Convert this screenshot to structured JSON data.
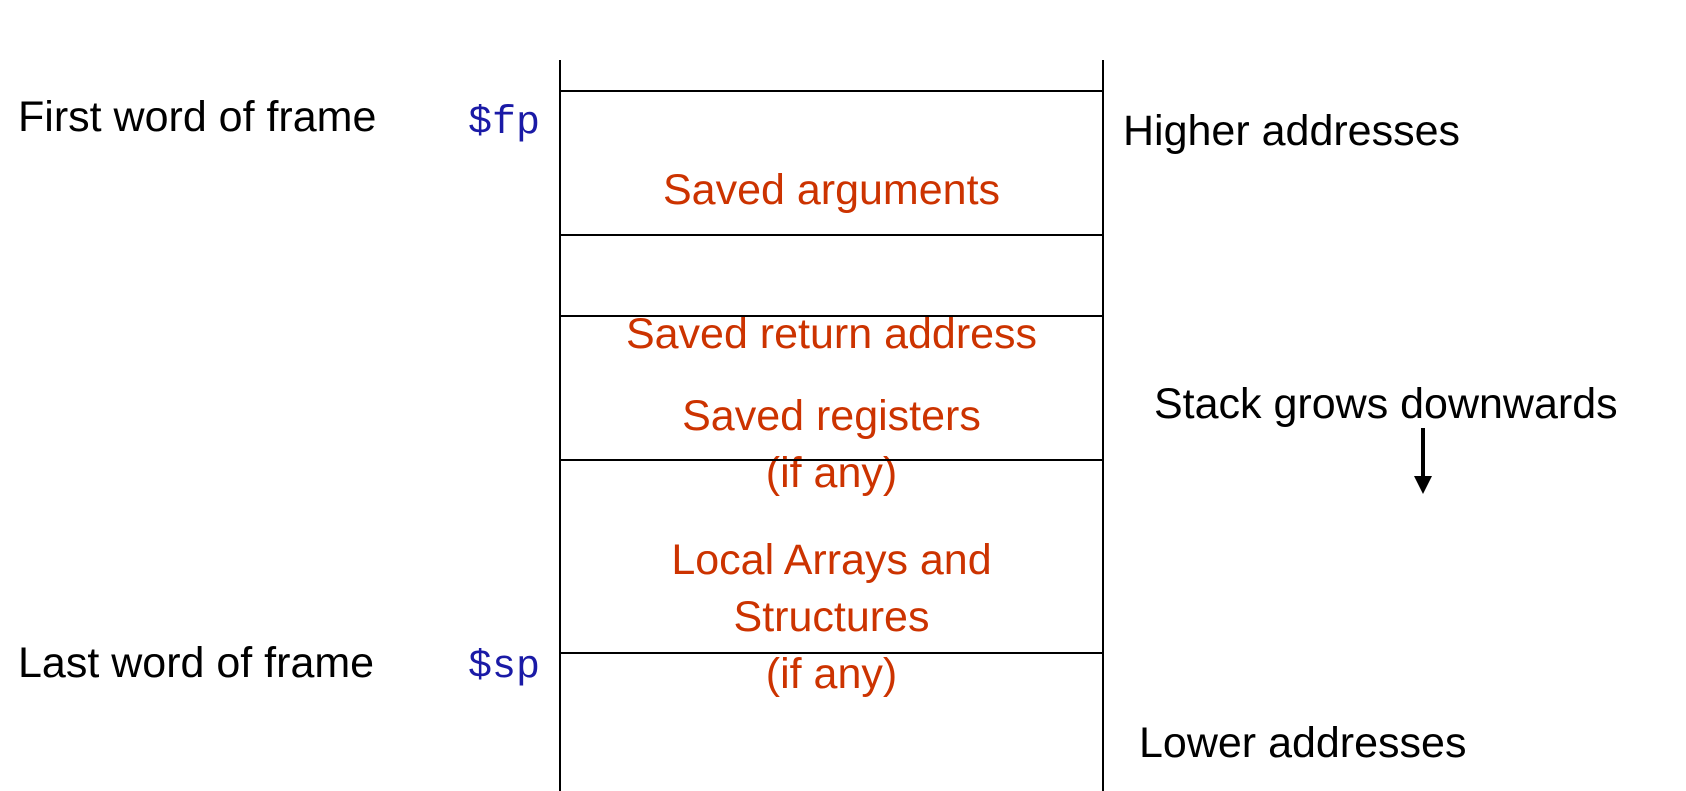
{
  "colors": {
    "cell_text": "#cc3300",
    "register": "#1a1aa6",
    "text": "#000000",
    "line": "#000000"
  },
  "labels": {
    "first_word": "First word of frame",
    "last_word": "Last word of frame",
    "higher": "Higher  addresses",
    "lower": "Lower  addresses",
    "growth": "Stack grows downwards"
  },
  "registers": {
    "frame_pointer": "$fp",
    "stack_pointer": "$sp"
  },
  "cells": {
    "saved_arguments": [
      "Saved arguments"
    ],
    "saved_return_address": [
      "Saved return address"
    ],
    "saved_registers": [
      "Saved registers",
      "(if any)"
    ],
    "local_arrays": [
      "Local Arrays and",
      "Structures",
      "(if any)"
    ]
  },
  "icons": {
    "growth": "arrow-down-icon"
  }
}
